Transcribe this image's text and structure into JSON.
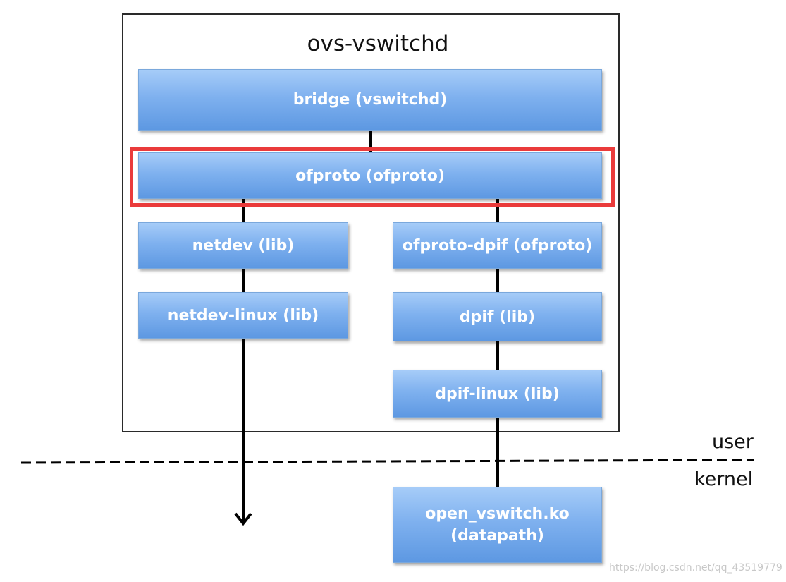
{
  "title": "ovs-vswitchd",
  "boxes": {
    "bridge": "bridge (vswitchd)",
    "ofproto": "ofproto (ofproto)",
    "netdev": "netdev (lib)",
    "netdev_linux": "netdev-linux (lib)",
    "ofproto_dpif": "ofproto-dpif (ofproto)",
    "dpif": "dpif (lib)",
    "dpif_linux": "dpif-linux (lib)",
    "datapath_line1": "open_vswitch.ko",
    "datapath_line2": "(datapath)"
  },
  "labels": {
    "user": "user",
    "kernel": "kernel"
  },
  "watermark": "https://blog.csdn.net/qq_43519779",
  "colors": {
    "box_fill": "#7fb1ef",
    "highlight": "#ea3b3b"
  }
}
